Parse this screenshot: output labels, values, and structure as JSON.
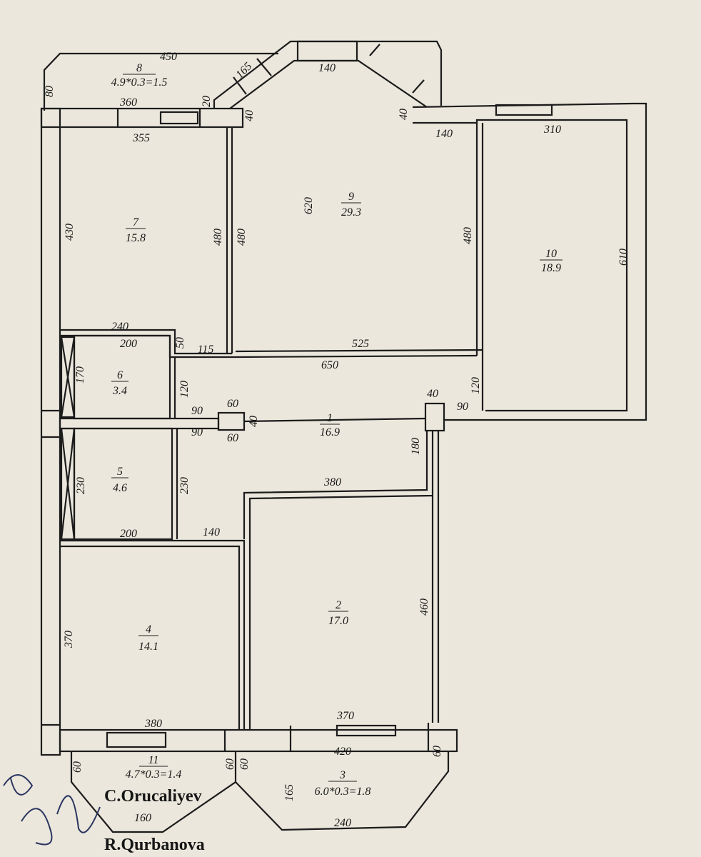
{
  "rooms": [
    {
      "number": "1",
      "area": "16.9"
    },
    {
      "number": "2",
      "area": "17.0"
    },
    {
      "number": "3",
      "area": "6.0*0.3=1.8"
    },
    {
      "number": "4",
      "area": "14.1"
    },
    {
      "number": "5",
      "area": "4.6"
    },
    {
      "number": "6",
      "area": "3.4"
    },
    {
      "number": "7",
      "area": "15.8"
    },
    {
      "number": "8",
      "area": "4.9*0.3=1.5"
    },
    {
      "number": "9",
      "area": "29.3"
    },
    {
      "number": "10",
      "area": "18.9"
    },
    {
      "number": "11",
      "area": "4.7*0.3=1.4"
    }
  ],
  "dimensions": [
    "450",
    "80",
    "165",
    "140",
    "360",
    "20",
    "355",
    "40",
    "40",
    "140",
    "310",
    "430",
    "480",
    "480",
    "620",
    "480",
    "610",
    "240",
    "200",
    "50",
    "115",
    "525",
    "650",
    "170",
    "120",
    "120",
    "40",
    "90",
    "90",
    "60",
    "40",
    "90",
    "60",
    "180",
    "380",
    "230",
    "230",
    "200",
    "140",
    "460",
    "370",
    "380",
    "370",
    "420",
    "60",
    "60",
    "60",
    "60",
    "165",
    "160",
    "240"
  ],
  "signatures": {
    "first": "C.Orucaliyev",
    "second": "R.Qurbanova"
  }
}
